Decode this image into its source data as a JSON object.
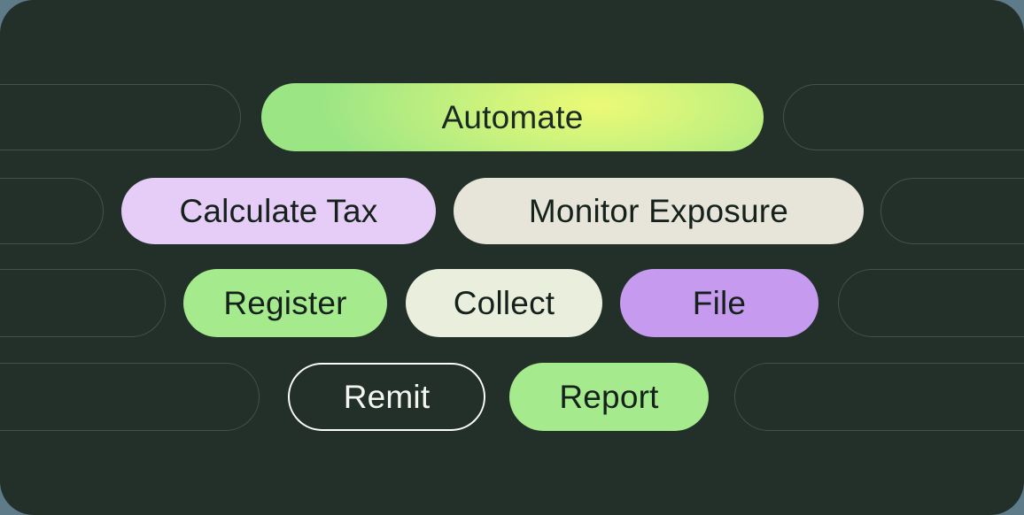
{
  "colors": {
    "outside_background": "#5E7B8A",
    "card_background": "#233029",
    "ghost_outline": "#3E5547",
    "pill_text_dark": "#15221B",
    "automate_gradient": [
      "#ECFA76",
      "#C9F27D",
      "#9CE585"
    ],
    "lavender": "#E5CDF8",
    "stone": "#E7E4DA",
    "green": "#A6EA8E",
    "cream": "#E9EEDD",
    "purple": "#C69AEE",
    "outline_pill_border": "#FCFDF8",
    "outline_pill_text": "#F3F6F0"
  },
  "rows": [
    {
      "pills": [
        {
          "id": "automate",
          "label": "Automate",
          "style": "green-yellow-gradient"
        }
      ]
    },
    {
      "pills": [
        {
          "id": "calculate-tax",
          "label": "Calculate Tax",
          "style": "lavender"
        },
        {
          "id": "monitor-exposure",
          "label": "Monitor Exposure",
          "style": "stone"
        }
      ]
    },
    {
      "pills": [
        {
          "id": "register",
          "label": "Register",
          "style": "green"
        },
        {
          "id": "collect",
          "label": "Collect",
          "style": "cream"
        },
        {
          "id": "file",
          "label": "File",
          "style": "purple"
        }
      ]
    },
    {
      "pills": [
        {
          "id": "remit",
          "label": "Remit",
          "style": "outline"
        },
        {
          "id": "report",
          "label": "Report",
          "style": "green"
        }
      ]
    }
  ]
}
